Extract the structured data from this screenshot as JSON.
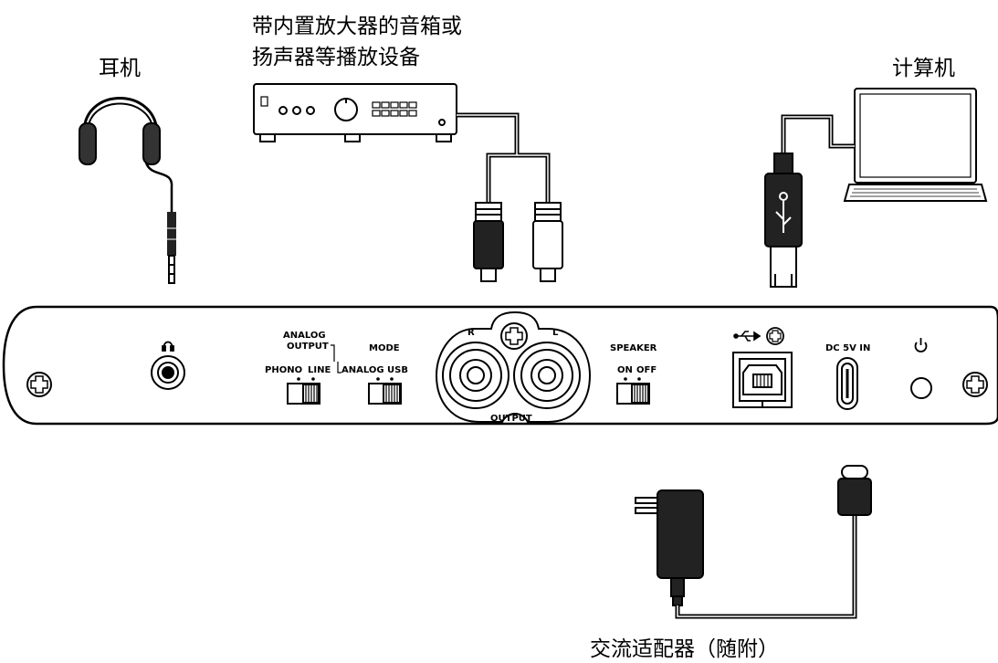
{
  "labels": {
    "headphones": "耳机",
    "speaker_line1": "带内置放大器的音箱或",
    "speaker_line2": "扬声器等播放设备",
    "computer": "计算机",
    "adapter": "交流适配器（随附）"
  },
  "panel": {
    "analog_output_1": "ANALOG",
    "analog_output_2": "OUTPUT",
    "phono": "PHONO",
    "line": "LINE",
    "mode": "MODE",
    "analog": "ANALOG",
    "usb": "USB",
    "r": "R",
    "l": "L",
    "output": "OUTPUT",
    "speaker": "SPEAKER",
    "on": "ON",
    "off": "OFF",
    "dc_in": "DC 5V IN"
  },
  "icons": {
    "headphone_port": "headphone-symbol-icon",
    "usb_symbol": "usb-symbol-icon",
    "power_symbol": "power-icon",
    "ground_screw": "screw-icon"
  }
}
